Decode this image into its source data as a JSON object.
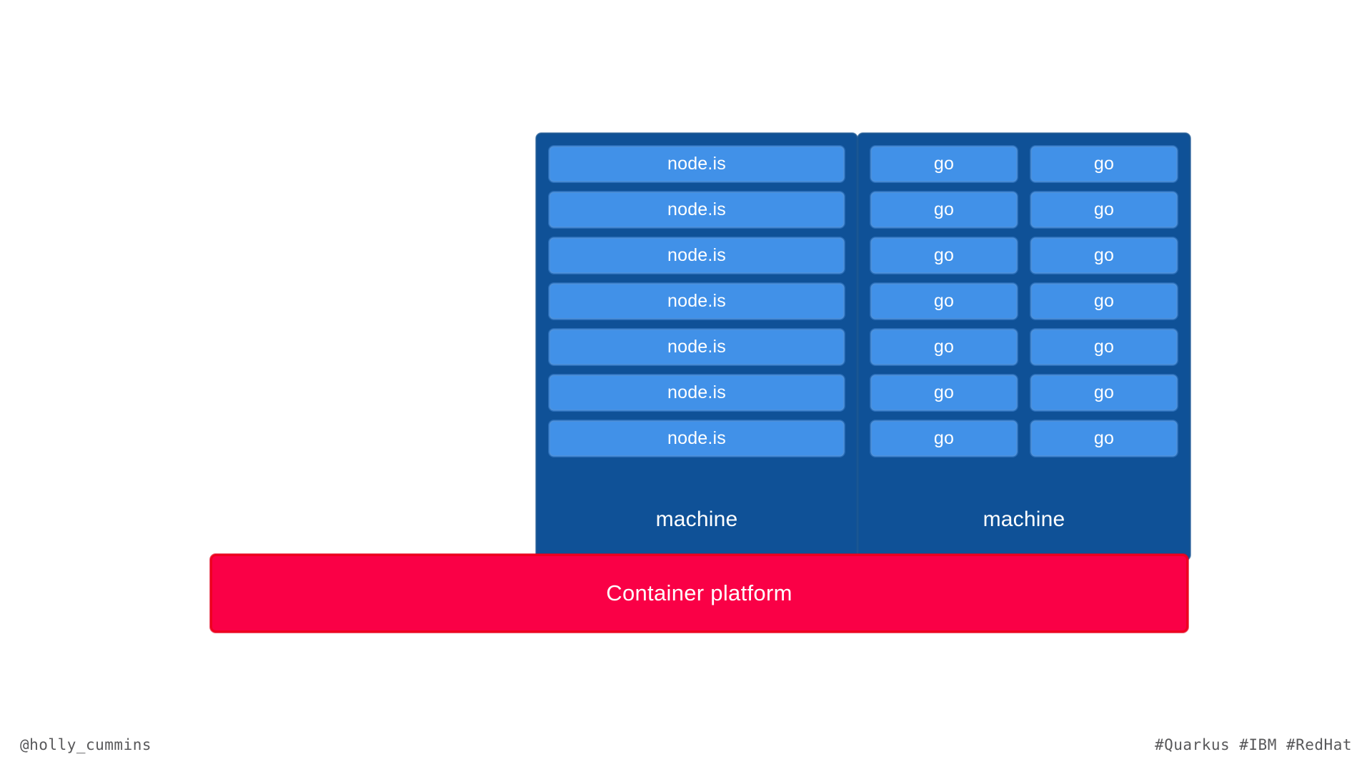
{
  "slide": {
    "background_color": "#ffffff",
    "theme": {
      "machine_fill": "#0F5197",
      "container_fill": "#4191E8",
      "platform_fill": "#FA0046",
      "platform_border": "#EE0020",
      "text_on_fill": "#ffffff",
      "footer_text": "#58585a"
    }
  },
  "machines": [
    {
      "id": "machine-left",
      "label": "machine",
      "columns": 1,
      "container_count": 7,
      "containers": [
        {
          "label": "node.is"
        },
        {
          "label": "node.is"
        },
        {
          "label": "node.is"
        },
        {
          "label": "node.is"
        },
        {
          "label": "node.is"
        },
        {
          "label": "node.is"
        },
        {
          "label": "node.is"
        }
      ]
    },
    {
      "id": "machine-right",
      "label": "machine",
      "columns": 2,
      "container_count": 14,
      "rows": [
        {
          "left": {
            "label": "go"
          },
          "right": {
            "label": "go"
          }
        },
        {
          "left": {
            "label": "go"
          },
          "right": {
            "label": "go"
          }
        },
        {
          "left": {
            "label": "go"
          },
          "right": {
            "label": "go"
          }
        },
        {
          "left": {
            "label": "go"
          },
          "right": {
            "label": "go"
          }
        },
        {
          "left": {
            "label": "go"
          },
          "right": {
            "label": "go"
          }
        },
        {
          "left": {
            "label": "go"
          },
          "right": {
            "label": "go"
          }
        },
        {
          "left": {
            "label": "go"
          },
          "right": {
            "label": "go"
          }
        }
      ]
    }
  ],
  "platform": {
    "label": "Container platform"
  },
  "footer": {
    "handle": "@holly_cummins",
    "hashtags": "#Quarkus #IBM #RedHat"
  }
}
